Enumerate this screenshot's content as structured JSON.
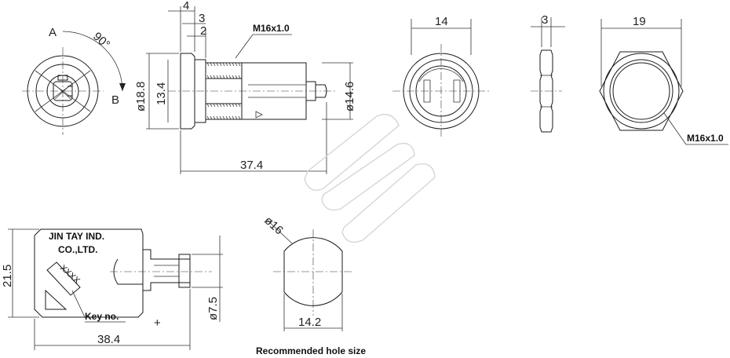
{
  "labels": {
    "angle_start": "A",
    "angle_end": "B",
    "angle_value": "90°",
    "thread_side": "M16x1.0",
    "thread_nut": "M16x1.0",
    "key_brand_line1": "JIN TAY IND.",
    "key_brand_line2": "CO.,LTD.",
    "key_marking": "XXXX",
    "key_no": "Key no.",
    "hole_caption": "Recommended hole size"
  },
  "dimensions": {
    "flange_thickness": "4",
    "step_3": "3",
    "step_2": "2",
    "flange_dia": "ø18.8",
    "inner_dia": "13.4",
    "body_dia": "ø14.6",
    "total_length": "37.4",
    "front_view_width": "14",
    "nut_thickness": "3",
    "nut_width": "19",
    "key_height": "21.5",
    "key_blade_dia": "ø7.5",
    "key_length": "38.4",
    "hole_dia": "ø16",
    "hole_flat": "14.2"
  }
}
